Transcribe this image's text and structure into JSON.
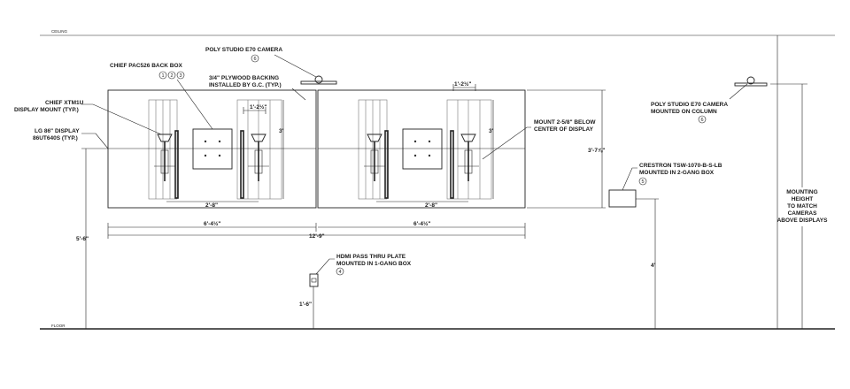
{
  "levels": {
    "ceiling": "CEILING",
    "floor": "FLOOR"
  },
  "labels": {
    "camera_top": "POLY STUDIO E70 CAMERA",
    "camera_top_tag": "6",
    "backbox_line1": "CHIEF PAC526 BACK BOX",
    "backbox_tags": [
      "1",
      "2",
      "3"
    ],
    "plywood_line1": "3/4\" PLYWOOD BACKING",
    "plywood_line2": "INSTALLED BY G.C. (TYP.)",
    "mount_line1": "CHIEF XTM1U",
    "mount_line2": "DISPLAY MOUNT (TYP.)",
    "display_line1": "LG 86\" DISPLAY",
    "display_line2": "86UT640S (TYP.)",
    "mount_below_line1": "MOUNT 2-5/8\" BELOW",
    "mount_below_line2": "CENTER OF DISPLAY",
    "camera_col_line1": "POLY STUDIO E70 CAMERA",
    "camera_col_line2": "MOUNTED ON COLUMN",
    "camera_col_tag": "6",
    "crestron_line1": "CRESTRON TSW-1070-B-S-LB",
    "crestron_line2": "MOUNTED IN 2-GANG BOX",
    "crestron_tag": "5",
    "hdmi_line1": "HDMI PASS THRU PLATE",
    "hdmi_line2": "MOUNTED IN 1-GANG BOX",
    "hdmi_tag": "4",
    "mounting_height": [
      "MOUNTING",
      "HEIGHT",
      "TO MATCH",
      "CAMERAS",
      "ABOVE DISPLAYS"
    ]
  },
  "dimensions": {
    "mount_spacing_left": "1'-2½\"",
    "mount_spacing_right": "1'-2½\"",
    "mount_height": "3'",
    "mount_height_right": "3'",
    "stud_width_left": "2'-8\"",
    "stud_width_right": "2'-8\"",
    "display_width_left": "6'-4½\"",
    "display_width_right": "6'-4½\"",
    "overall_width": "12'-9\"",
    "display_height": "3'-7⅞\"",
    "floor_to_center": "5'-6\"",
    "crestron_height": "4'",
    "hdmi_height": "1'-6\""
  }
}
